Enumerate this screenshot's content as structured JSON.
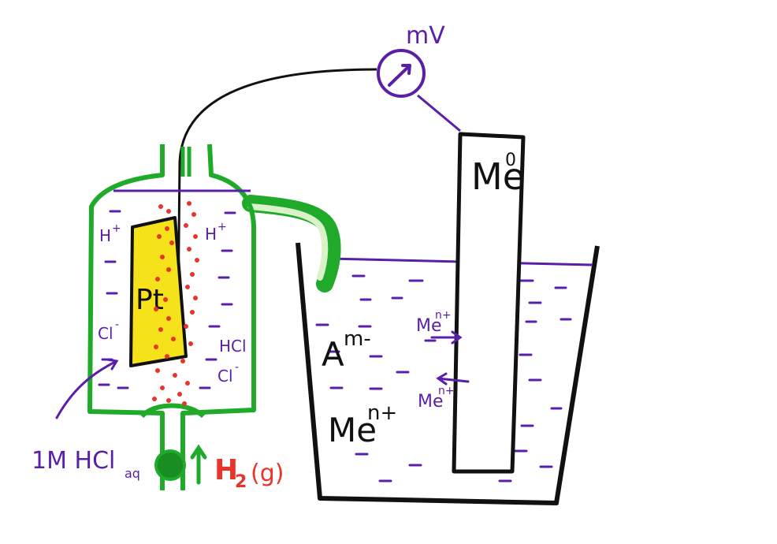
{
  "voltmeter": {
    "label": "mV"
  },
  "electrodes": {
    "platinum": "Pt",
    "metal": "Me"
  },
  "metal_superscript": "0",
  "ions": {
    "h_plus": "H",
    "plus": "+",
    "cl_minus": "Cl",
    "minus": "-",
    "hcl": "HCl",
    "anion": "A",
    "anion_charge": "m-",
    "metal_ion": "Me",
    "metal_ion_charge": "n+"
  },
  "reagents": {
    "acid": "1M HCl",
    "acid_sub": "aq",
    "gas": "H",
    "gas_sub": "2",
    "gas_state": "(g)"
  },
  "colors": {
    "vessel_green": "#1faa2a",
    "electrode_yellow": "#f5e21a",
    "bubble_red": "#e8352a",
    "label_purple": "#5a1fa8",
    "liquid_line": "#5a1fa8",
    "ink_black": "#111111",
    "gas_red": "#e8352a"
  }
}
